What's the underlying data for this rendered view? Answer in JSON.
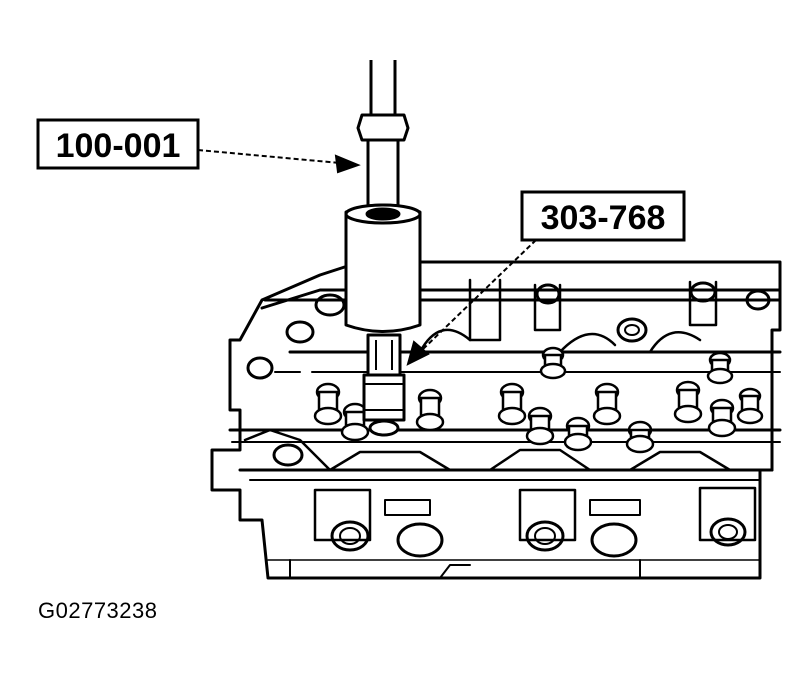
{
  "callouts": {
    "tool_left": "100-001",
    "tool_right": "303-768"
  },
  "figure_id": "G02773238",
  "colors": {
    "ink": "#000000",
    "paper": "#ffffff"
  }
}
